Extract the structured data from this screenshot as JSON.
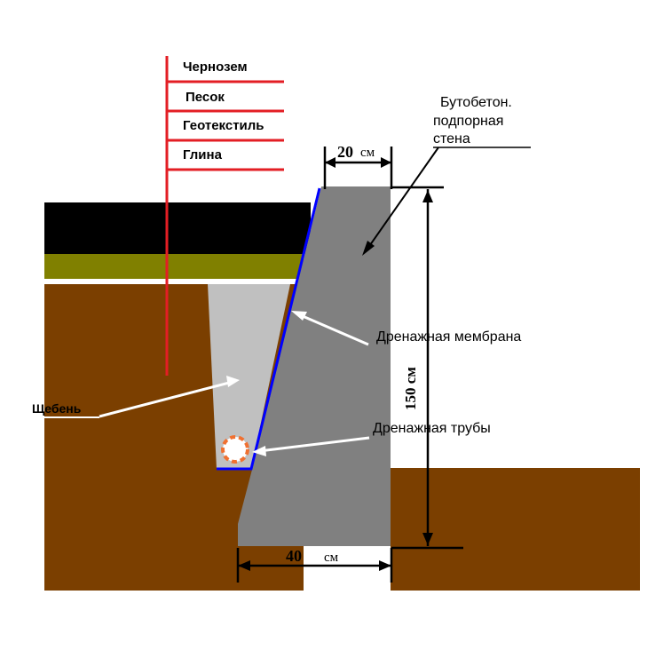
{
  "legend": {
    "items": [
      {
        "label": "Чернозем"
      },
      {
        "label": "Песок"
      },
      {
        "label": "Геотекстиль"
      },
      {
        "label": "Глина"
      }
    ],
    "color": "#e31e24"
  },
  "labels": {
    "wall_line1": "Бутобетон.",
    "wall_line2": "подпорная",
    "wall_line3": "стена",
    "membrane": "Дренажная мембрана",
    "pipe": "Дренажная трубы",
    "gravel": "Щебень"
  },
  "dimensions": {
    "top_value": "20",
    "top_unit": "см",
    "bottom_value": "40",
    "bottom_unit": "см",
    "height": "150 см"
  },
  "colors": {
    "chernozem": "#000000",
    "sand": "#808000",
    "clay": "#7b3f00",
    "gravel": "#c0c0c0",
    "wall": "#808080",
    "membrane": "#0000ff",
    "pipe": "#f07030",
    "arrows": "#ffffff",
    "legend": "#e31e24"
  }
}
